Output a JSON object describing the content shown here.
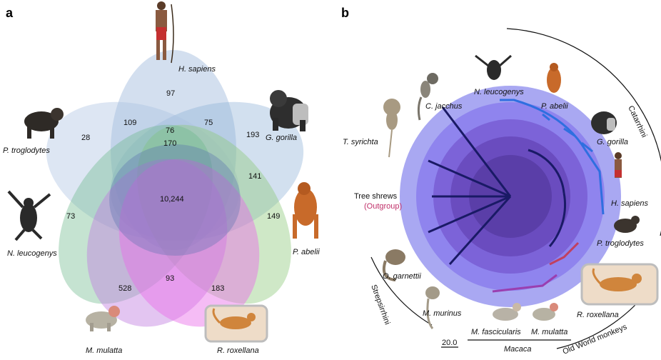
{
  "panel_a": {
    "letter": "a",
    "species": {
      "h_sapiens": "H. sapiens",
      "g_gorilla": "G. gorilla",
      "p_troglodytes": "P. troglodytes",
      "p_abelii": "P. abelii",
      "n_leucogenys": "N. leucogenys",
      "m_mulatta": "M. mulatta",
      "r_roxellana": "R. roxellana"
    },
    "counts": {
      "c97": "97",
      "c109": "109",
      "c75": "75",
      "c28": "28",
      "c76": "76",
      "c193": "193",
      "c170": "170",
      "c141": "141",
      "c10244": "10,244",
      "c73": "73",
      "c149": "149",
      "c528": "528",
      "c93": "93",
      "c183": "183"
    },
    "colors": {
      "blue": "#9db9dc",
      "green": "#8cc97a",
      "purple": "#c17fe0",
      "magenta": "#e86ae8",
      "slate": "#7f93c9"
    }
  },
  "panel_b": {
    "letter": "b",
    "species": {
      "t_syrichta": "T. syrichta",
      "c_jacchus": "C. jacchus",
      "n_leucogenys": "N. leucogenys",
      "p_abelii": "P. abelii",
      "g_gorilla": "G. gorilla",
      "h_sapiens": "H. sapiens",
      "p_troglodytes": "P. troglodytes",
      "o_garnettii": "O. garnettii",
      "m_murinus": "M. murinus",
      "m_fascicularis": "M. fascicularis",
      "m_mulatta": "M. mulatta",
      "r_roxellana": "R. roxellana"
    },
    "outgroup": {
      "name": "Tree shrews",
      "note": "(Outgroup)"
    },
    "groups": {
      "catarrhini": "Catarrhini",
      "strepsirrhini": "Strepsirrhini",
      "macaca": "Macaca",
      "old_world_monkeys": "Old World monkeys"
    },
    "scale_label": "20.0",
    "colors": {
      "outer": "#a9a8f2",
      "ring1": "#8f84ee",
      "ring2": "#7c63d8",
      "ring3": "#6a4cbf",
      "core": "#5a3ea8",
      "dark_branch": "#1a1a66",
      "blue_branch": "#2f6fe0",
      "red_branch": "#c04060"
    }
  }
}
